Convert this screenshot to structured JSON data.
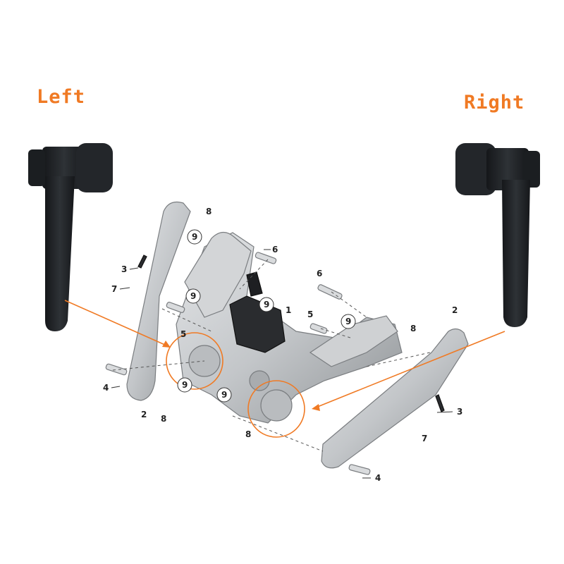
{
  "labels": {
    "left": "Left",
    "right": "Right"
  },
  "callouts": {
    "c1": "1",
    "c2a": "2",
    "c2b": "2",
    "c3a": "3",
    "c3b": "3",
    "c4a": "4",
    "c4b": "4",
    "c5a": "5",
    "c5b": "5",
    "c6a": "6",
    "c6b": "6",
    "c7a": "7",
    "c7b": "7",
    "c8a": "8",
    "c8b": "8",
    "c8c": "8",
    "c8d": "8",
    "c9a": "9",
    "c9b": "9",
    "c9c": "9",
    "c9d": "9",
    "c9e": "9",
    "c9f": "9"
  },
  "colors": {
    "accent": "#f07a24",
    "handle": "#1e2124",
    "frame": "#c9cbcd",
    "frame_dark": "#8e9194"
  },
  "icons": [
    "left-handle-icon",
    "right-handle-icon",
    "pedal-assembly-icon",
    "pointer-arrow-icon"
  ]
}
